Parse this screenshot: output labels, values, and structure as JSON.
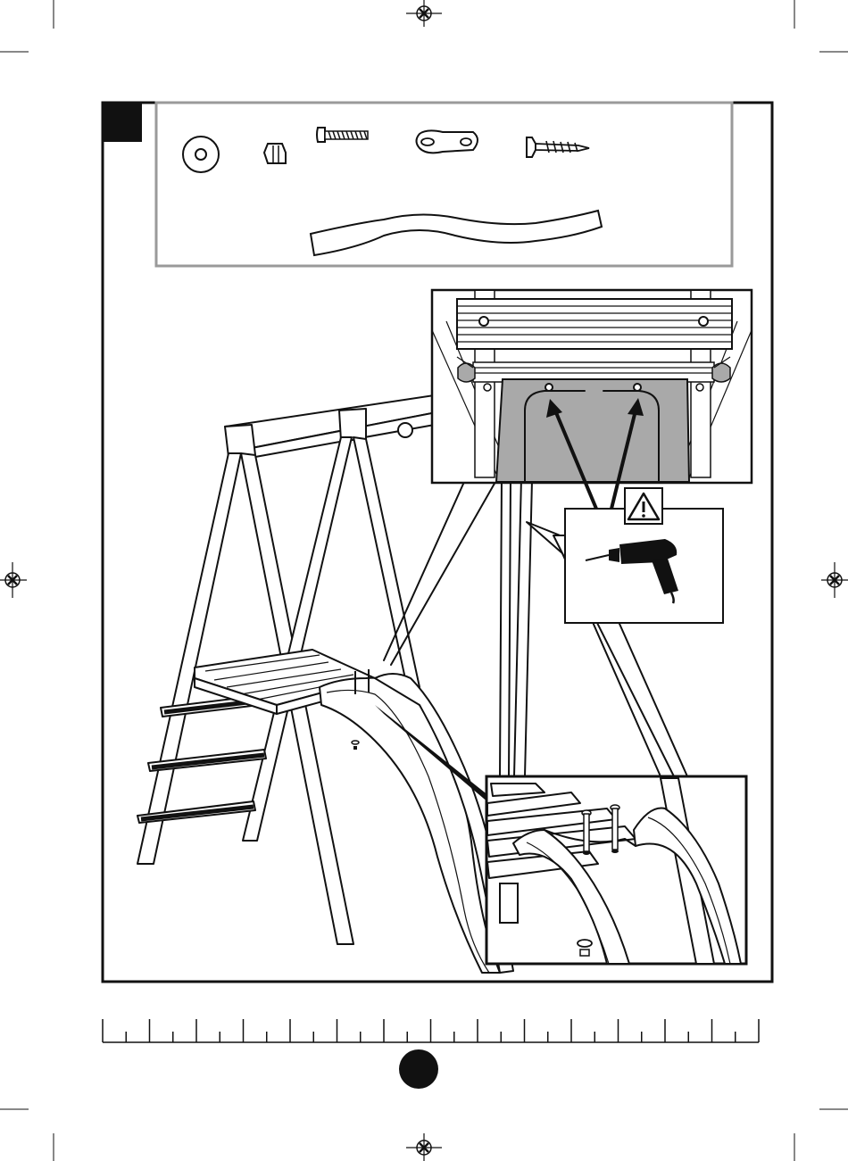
{
  "page": {
    "step_number": "",
    "page_number": ""
  },
  "parts": [
    {
      "icon": "washer-icon"
    },
    {
      "icon": "nut-icon"
    },
    {
      "icon": "bolt-icon"
    },
    {
      "icon": "bracket-icon"
    },
    {
      "icon": "wood-screw-icon"
    },
    {
      "icon": "strap-icon"
    }
  ],
  "ruler": {
    "major_ticks": 14,
    "minor_per_major": 2
  },
  "colors": {
    "ink": "#111111",
    "paper": "#ffffff",
    "slide_shade": "#a9a9a9",
    "frame_grey": "#9a9a9a"
  },
  "callouts": {
    "top_detail": "slide-top-attachment",
    "warning": "drill-warning",
    "bottom_detail": "slide-bolt-attachment"
  }
}
